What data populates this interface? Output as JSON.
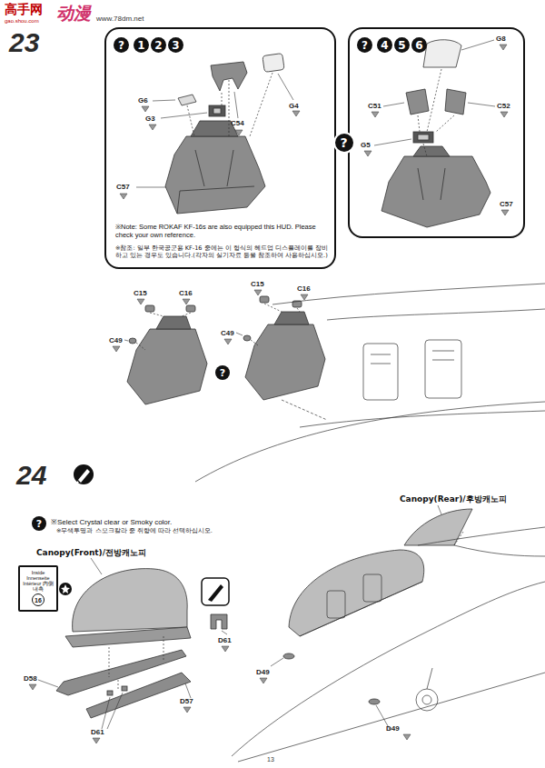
{
  "diagram": {
    "nodes": [
      {
        "text": [
          "?",
          "1",
          "2",
          "3",
          "※Note: Some ROKAF KF-16s are also equipped this HUD. Please check your own reference.",
          "※참조: 일부 한국공군용 KF-16 중에는 이 형식의 헤드업 디스플레이를 장비하고 있는 경우도 있습니다.(각자의 실기자료 등을 참조하여 사용하십시오.)"
        ]
      },
      {
        "text": [
          "?",
          "4",
          "5",
          "6"
        ]
      },
      {
        "text": [
          "Inside Innenseite Intérieur 内側 내측",
          "16"
        ]
      }
    ],
    "edges": [
      {
        "from": 0,
        "to": 1,
        "arrow": "none",
        "label": "?"
      }
    ],
    "labels": [
      "高手网",
      "gao.shou.com",
      "动漫",
      "www.78dm.net",
      "23",
      "G6",
      "G3",
      "C54",
      "G4",
      "C57",
      "G8",
      "C51",
      "C52",
      "G5",
      "C57",
      "C15",
      "C16",
      "C49",
      "C15",
      "C16",
      "C49",
      "?",
      "24",
      "?",
      "※Select Crystal clear or Smoky color.",
      "※무색투명과 스모크칼라 중 취향에 따라 선택하십시오.",
      "Canopy(Front)/전방캐노피",
      "D58",
      "D57",
      "D61",
      "D61",
      "Canopy(Rear)/후방캐노피",
      "D49",
      "D49",
      "13"
    ]
  }
}
